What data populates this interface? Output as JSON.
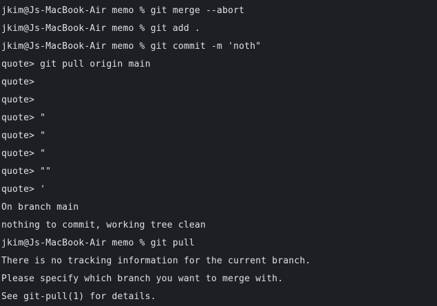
{
  "terminal": {
    "lines": [
      "jkim@Js-MacBook-Air memo % git merge --abort",
      "jkim@Js-MacBook-Air memo % git add .",
      "jkim@Js-MacBook-Air memo % git commit -m 'noth\"",
      "quote> git pull origin main",
      "quote>",
      "quote>",
      "quote> \"",
      "quote> \"",
      "quote> \"",
      "quote> \"\"",
      "quote> '",
      "On branch main",
      "nothing to commit, working tree clean",
      "jkim@Js-MacBook-Air memo % git pull",
      "There is no tracking information for the current branch.",
      "Please specify which branch you want to merge with.",
      "See git-pull(1) for details."
    ]
  }
}
